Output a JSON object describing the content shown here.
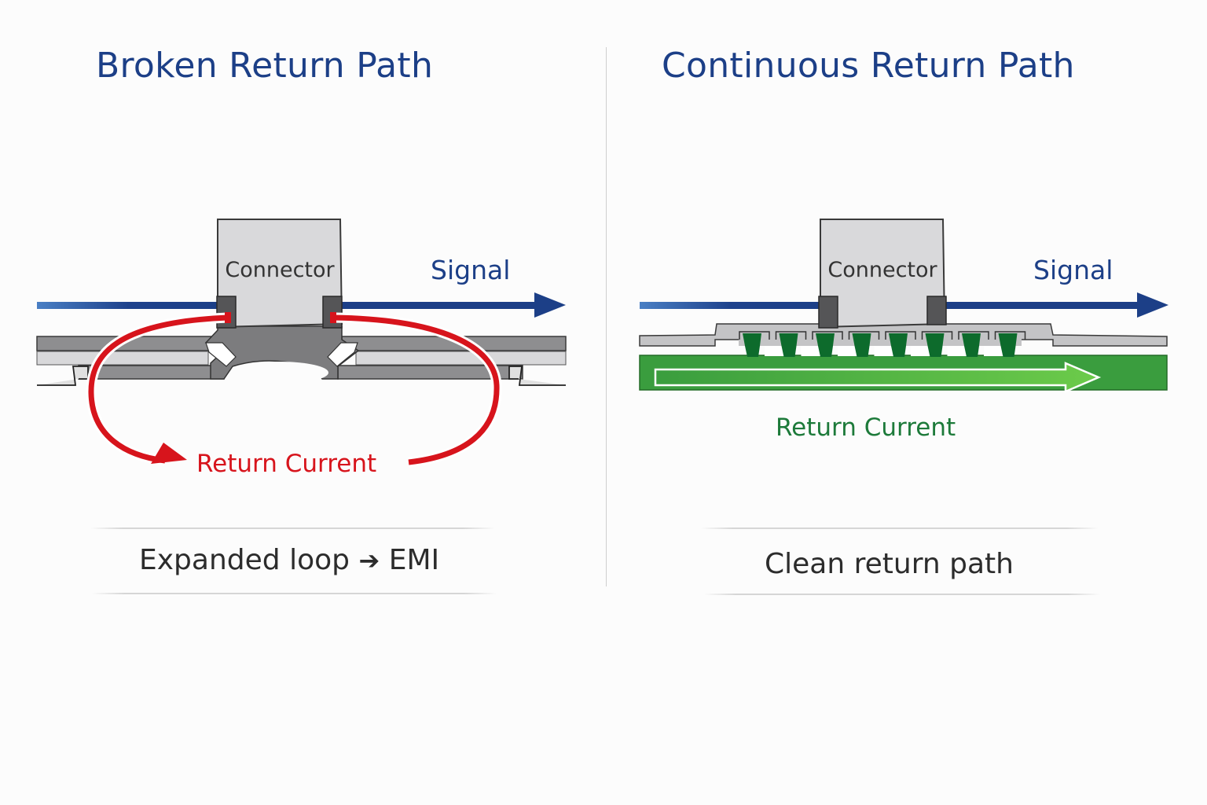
{
  "panels": {
    "left": {
      "title": "Broken Return Path",
      "connector_label": "Connector",
      "signal_label": "Signal",
      "return_label": "Return Current",
      "caption_text": "Expanded loop",
      "caption_arrow_icon": "right-arrow-icon",
      "caption_result": "EMI",
      "return_color": "#d7141c"
    },
    "right": {
      "title": "Continuous Return Path",
      "connector_label": "Connector",
      "signal_label": "Signal",
      "return_label": "Return Current",
      "caption_text": "Clean return path",
      "via_count": 8,
      "return_color": "#1d7a3a"
    }
  },
  "colors": {
    "title": "#1c3f87",
    "signal": "#1c3f87",
    "ground_plane_green": "#3a9d3e",
    "connector_fill": "#d9d9db"
  }
}
